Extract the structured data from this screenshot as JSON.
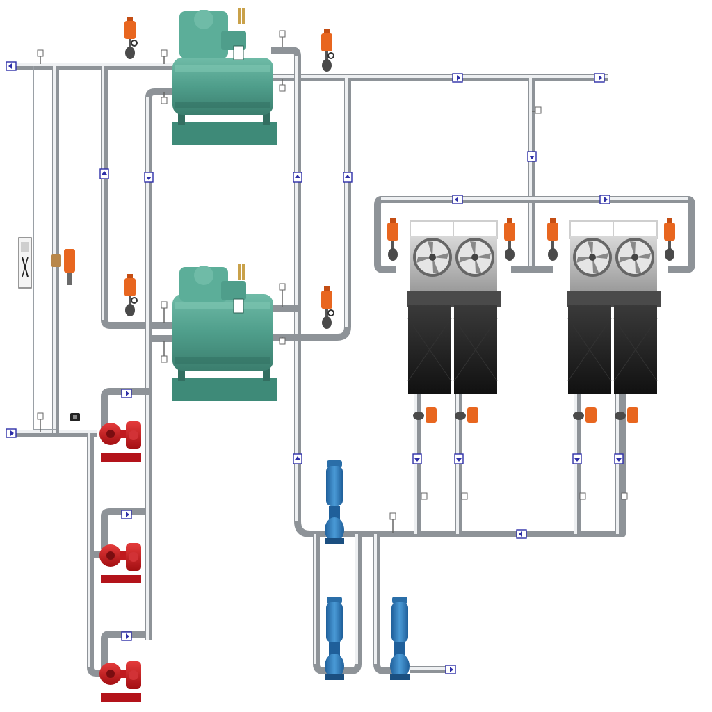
{
  "diagram": {
    "theme": {
      "pipe_color": "#8e9398",
      "pipe_highlight": "#eef0f2",
      "chiller_color": "#4f9e8b",
      "cooling_tower_color": "#1c1c1c",
      "chilled_pump_color": "#c8171b",
      "condenser_pump_color": "#2f7fc1",
      "valve_actuator_color": "#e8661f",
      "flow_arrow_color": "#2d2fa8"
    },
    "equipment": {
      "chillers": [
        {
          "name": "chiller-1",
          "icon": "chiller-icon"
        },
        {
          "name": "chiller-2",
          "icon": "chiller-icon"
        }
      ],
      "cooling_towers": [
        {
          "name": "cooling-tower-1",
          "cells": 2,
          "icon": "cooling-tower-icon"
        },
        {
          "name": "cooling-tower-2",
          "cells": 2,
          "icon": "cooling-tower-icon"
        }
      ],
      "chilled_water_pumps": [
        {
          "name": "chw-pump-1",
          "icon": "horizontal-pump-icon"
        },
        {
          "name": "chw-pump-2",
          "icon": "horizontal-pump-icon"
        },
        {
          "name": "chw-pump-3",
          "icon": "horizontal-pump-icon"
        }
      ],
      "condenser_water_pumps": [
        {
          "name": "cw-pump-1",
          "icon": "vertical-pump-icon"
        },
        {
          "name": "cw-pump-2",
          "icon": "vertical-pump-icon"
        },
        {
          "name": "cw-pump-3",
          "icon": "vertical-pump-icon"
        }
      ],
      "isolation_valves": 14,
      "bypass_valve": {
        "icon": "bypass-valve-icon"
      },
      "control_panel": {
        "icon": "control-panel-icon"
      }
    }
  }
}
